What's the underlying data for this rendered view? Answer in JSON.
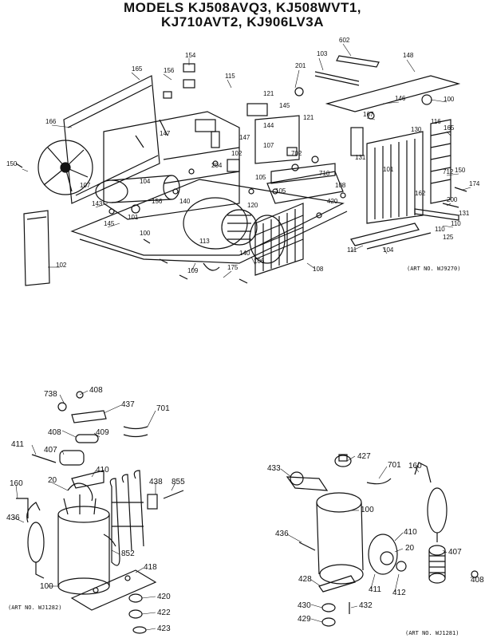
{
  "title": {
    "line1": "MODELS KJ508AVQ3, KJ508WVT1,",
    "line2": "KJ710AVT2, KJ906LV3A"
  },
  "art_numbers": {
    "top": "(ART NO. WJ9270)",
    "bottom_left": "(ART NO. WJ1282)",
    "bottom_right": "(ART NO. WJ1281)"
  },
  "part_labels": {
    "top": [
      "166",
      "165",
      "156",
      "154",
      "115",
      "201",
      "103",
      "602",
      "148",
      "100",
      "146",
      "167",
      "165",
      "150",
      "174",
      "200",
      "110",
      "111",
      "104",
      "108",
      "106",
      "102",
      "150",
      "143",
      "145",
      "109",
      "175",
      "147",
      "100",
      "107",
      "101",
      "104",
      "156",
      "140",
      "702",
      "710",
      "105",
      "105",
      "107",
      "204",
      "147",
      "120",
      "113",
      "140",
      "144",
      "145",
      "121",
      "131",
      "101",
      "162",
      "130",
      "116",
      "712",
      "131",
      "110",
      "125",
      "420",
      "108",
      "102",
      "121"
    ],
    "bottom_left": [
      "738",
      "408",
      "437",
      "701",
      "408",
      "409",
      "411",
      "407",
      "410",
      "438",
      "855",
      "160",
      "20",
      "436",
      "852",
      "100",
      "418",
      "420",
      "422",
      "423"
    ],
    "bottom_right": [
      "427",
      "433",
      "701",
      "160",
      "100",
      "436",
      "410",
      "20",
      "407",
      "428",
      "411",
      "412",
      "430",
      "432",
      "429",
      "408"
    ]
  }
}
